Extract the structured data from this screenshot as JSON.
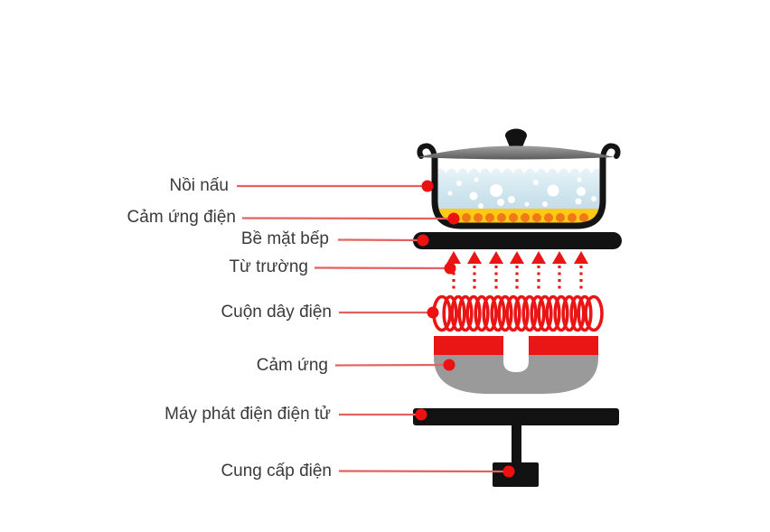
{
  "diagram": {
    "subject": "induction-cooktop-cross-section",
    "labels": [
      {
        "id": "noi-nau",
        "text": "Nồi nấu"
      },
      {
        "id": "cam-ung-dien",
        "text": "Cảm ứng điện"
      },
      {
        "id": "be-mat-bep",
        "text": "Bề mặt bếp"
      },
      {
        "id": "tu-truong",
        "text": "Từ trường"
      },
      {
        "id": "cuon-day-dien",
        "text": "Cuộn dây điện"
      },
      {
        "id": "cam-ung",
        "text": "Cảm ứng"
      },
      {
        "id": "may-phat-dien-dien-tu",
        "text": "Máy phát điện điện tử"
      },
      {
        "id": "cung-cap-dien",
        "text": "Cung cấp điện"
      }
    ]
  },
  "colors": {
    "label_text": "#3a3a3a",
    "leader_line": "#e2625f",
    "dot_red": "#ee1111",
    "diagram_red": "#ea1515",
    "ink_black": "#121212",
    "base_gray": "#9a9a9a",
    "lid_gray": "#7d7d7d",
    "water_blue": "#cfe5ee",
    "pot_yellow": "#ffc915",
    "bubble_orange": "#f07818",
    "background": "#ffffff"
  }
}
